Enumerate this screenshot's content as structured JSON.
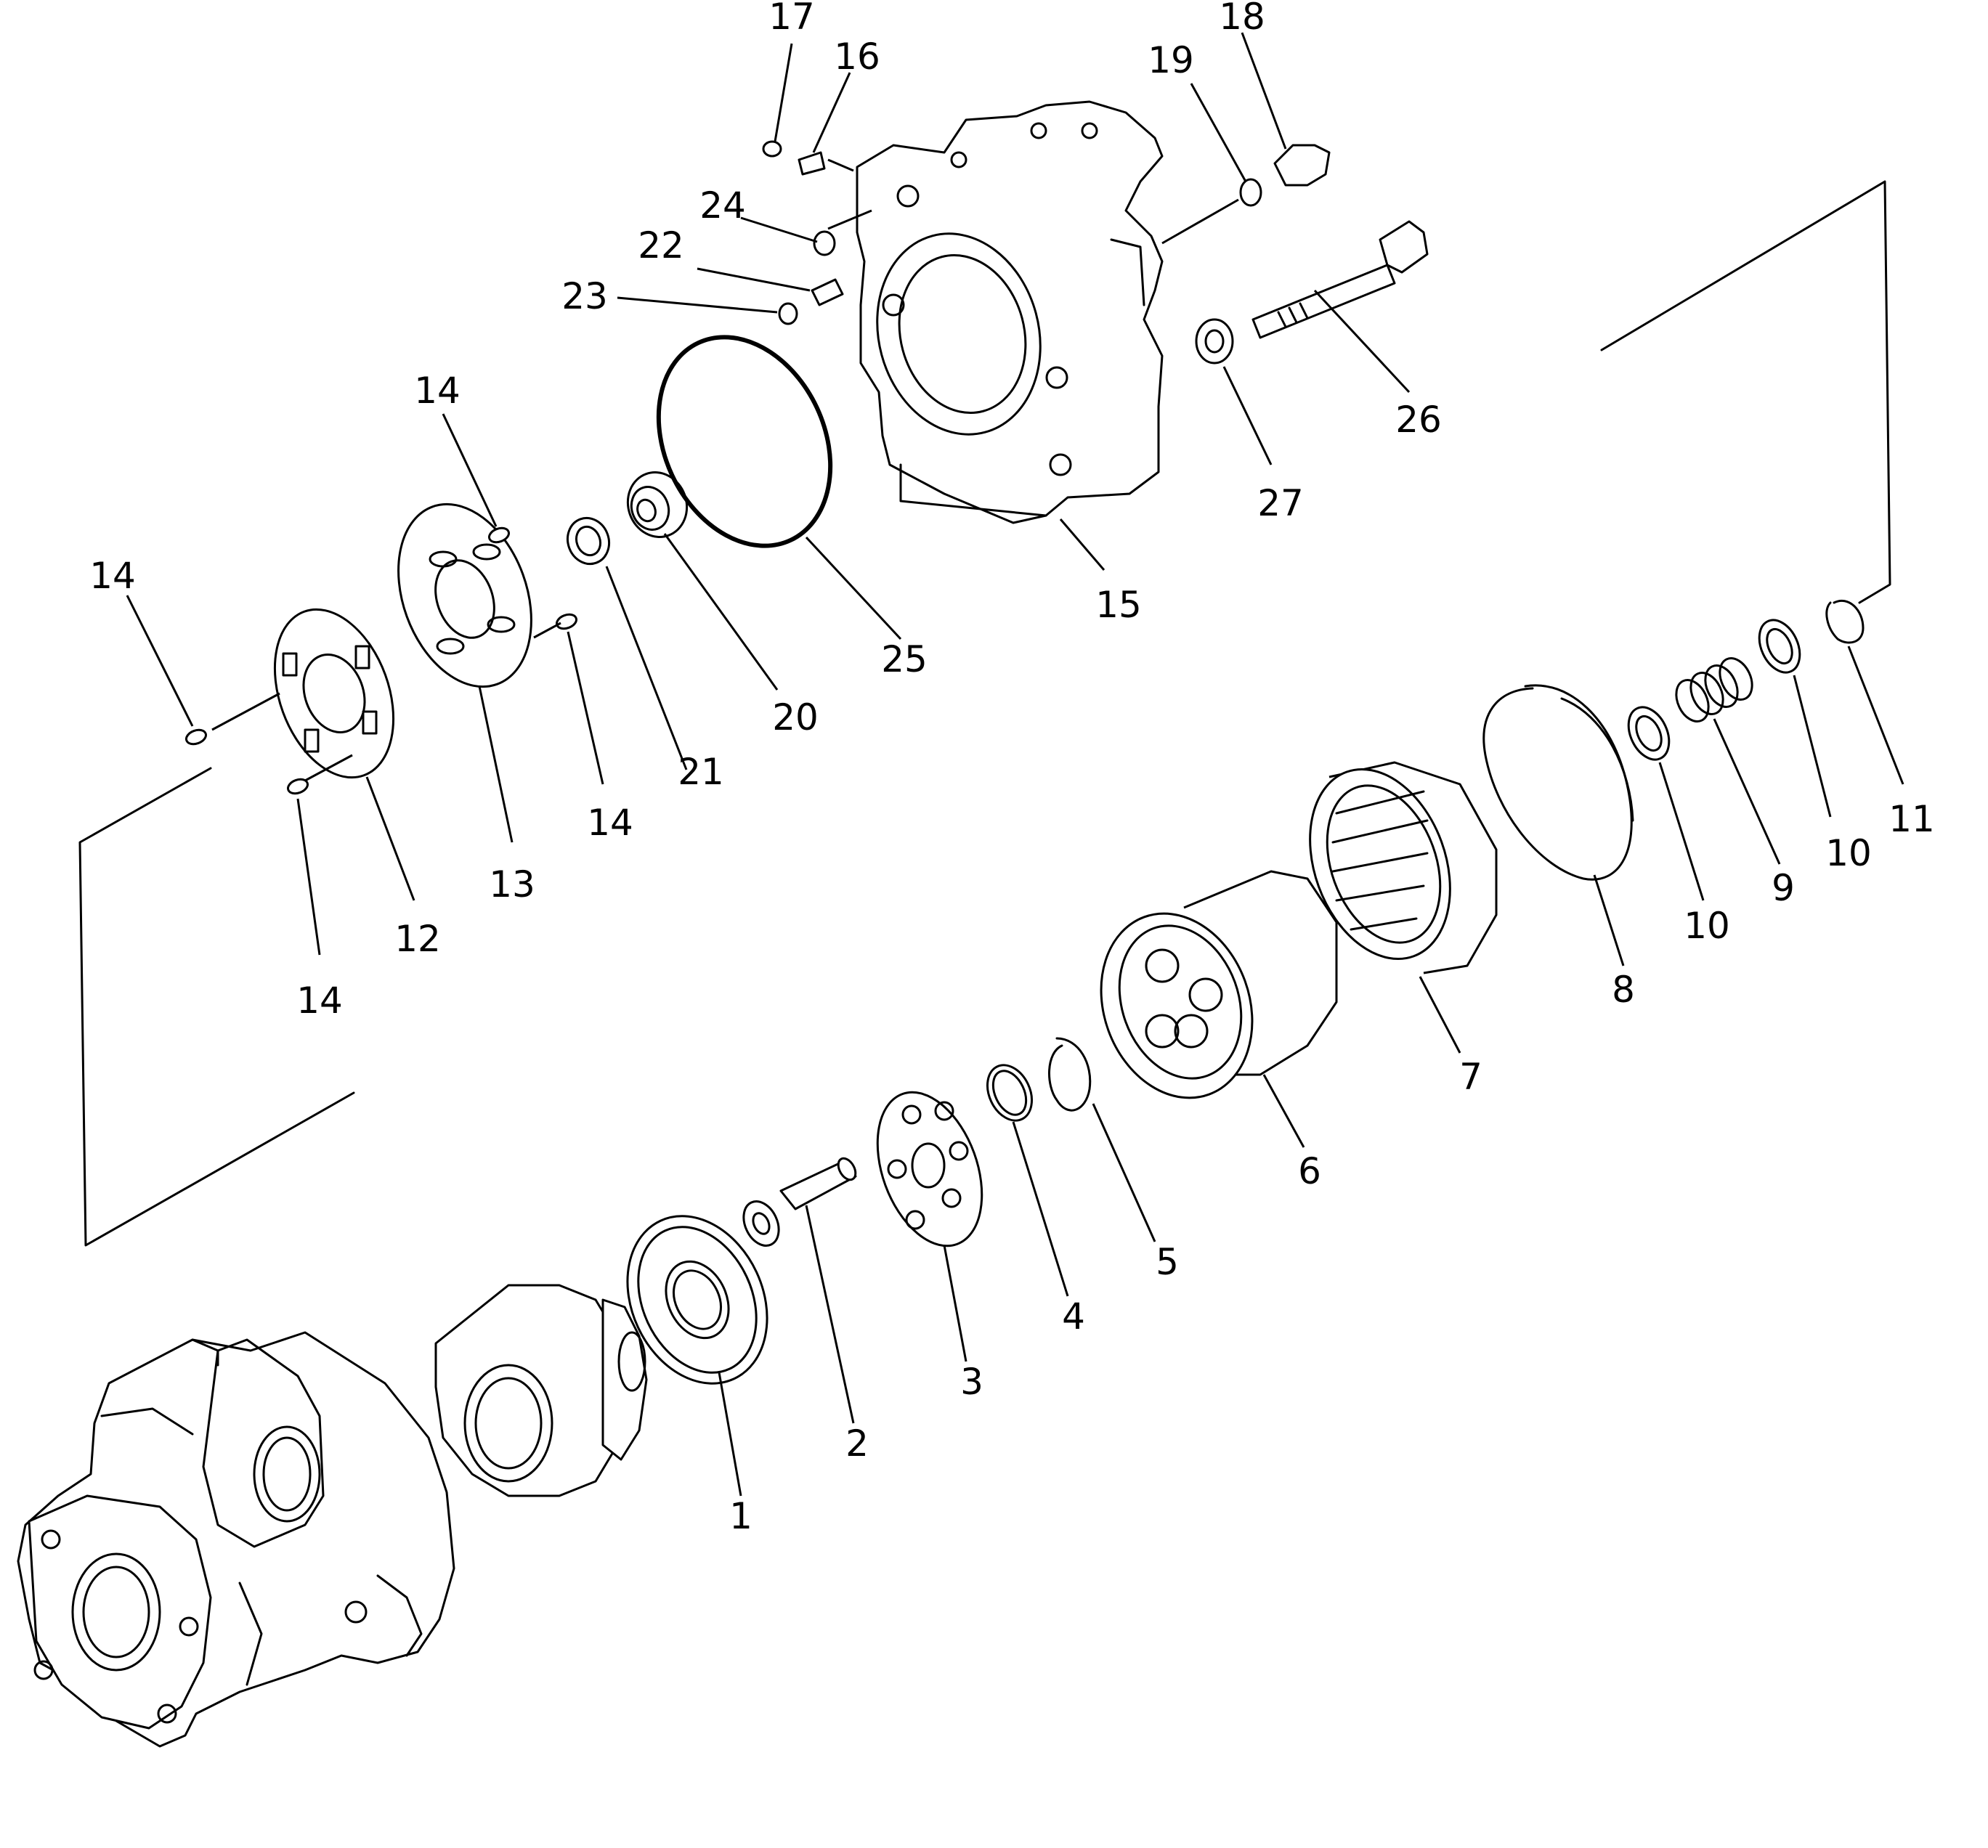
{
  "callouts": {
    "c1": "1",
    "c2": "2",
    "c3": "3",
    "c4": "4",
    "c5": "5",
    "c6": "6",
    "c7": "7",
    "c8": "8",
    "c9": "9",
    "c10a": "10",
    "c10b": "10",
    "c11": "11",
    "c12": "12",
    "c13": "13",
    "c14a": "14",
    "c14b": "14",
    "c14c": "14",
    "c14d": "14",
    "c15": "15",
    "c16": "16",
    "c17": "17",
    "c18": "18",
    "c19": "19",
    "c20": "20",
    "c21": "21",
    "c22": "22",
    "c23": "23",
    "c24": "24",
    "c25": "25",
    "c26": "26",
    "c27": "27"
  }
}
